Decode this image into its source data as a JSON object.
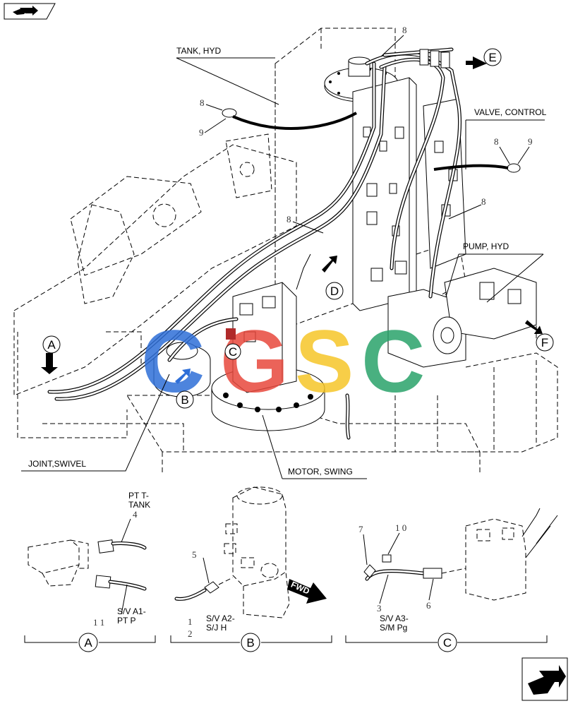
{
  "labels": {
    "tank": "TANK, HYD",
    "valve": "VALVE, CONTROL",
    "pump": "PUMP, HYD",
    "joint": "JOINT,SWIVEL",
    "motor": "MOTOR, SWING"
  },
  "callouts": {
    "A": "A",
    "B": "B",
    "C": "C",
    "D": "D",
    "E": "E",
    "F": "F"
  },
  "part_numbers": {
    "p8_top": "8",
    "p8_left": "8",
    "p9_left": "9",
    "p8_right": "8",
    "p9_right": "9",
    "p8_valve": "8",
    "p8_mid": "8",
    "pA_4": "4",
    "pA_11": "1 1",
    "pB_5": "5",
    "pB_1": "1",
    "pB_2": "2",
    "pC_7": "7",
    "pC_10": "1 0",
    "pC_3": "3",
    "pC_6": "6"
  },
  "details": {
    "A_top_line1": "PT T-",
    "A_top_line2": "TANK",
    "A_bottom_line1": "S/V A1-",
    "A_bottom_line2": "PT P",
    "B_line1": "S/V A2-",
    "B_line2": "S/J H",
    "C_line1": "S/V A3-",
    "C_line2": "S/M Pg",
    "fwd": "FWD"
  },
  "watermark_letters": [
    "C",
    "G",
    "S",
    "C"
  ],
  "colors": {
    "wm_blue": "#2f6fd8",
    "wm_red": "#e8483d",
    "wm_yellow": "#f6c629",
    "wm_green": "#2aa36a"
  },
  "icons": {
    "top_left": "nav-arrow-icon",
    "bottom_right": "next-page-arrow-icon"
  }
}
